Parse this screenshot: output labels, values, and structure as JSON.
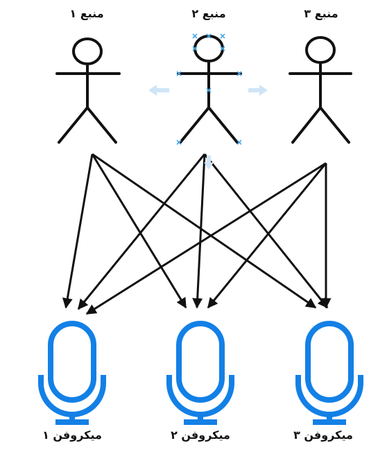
{
  "sources": [
    {
      "label": "منبع ۱"
    },
    {
      "label": "منبع ۲"
    },
    {
      "label": "منبع ۳"
    }
  ],
  "microphones": [
    {
      "label": "میکروفن ۱"
    },
    {
      "label": "میکروفن ۲"
    },
    {
      "label": "میکروفن ۳"
    }
  ],
  "colors": {
    "stroke": "#111111",
    "mic": "#1380e6",
    "selection_handle": "#4aa8e8",
    "move_arrow": "#cfe5f8"
  }
}
